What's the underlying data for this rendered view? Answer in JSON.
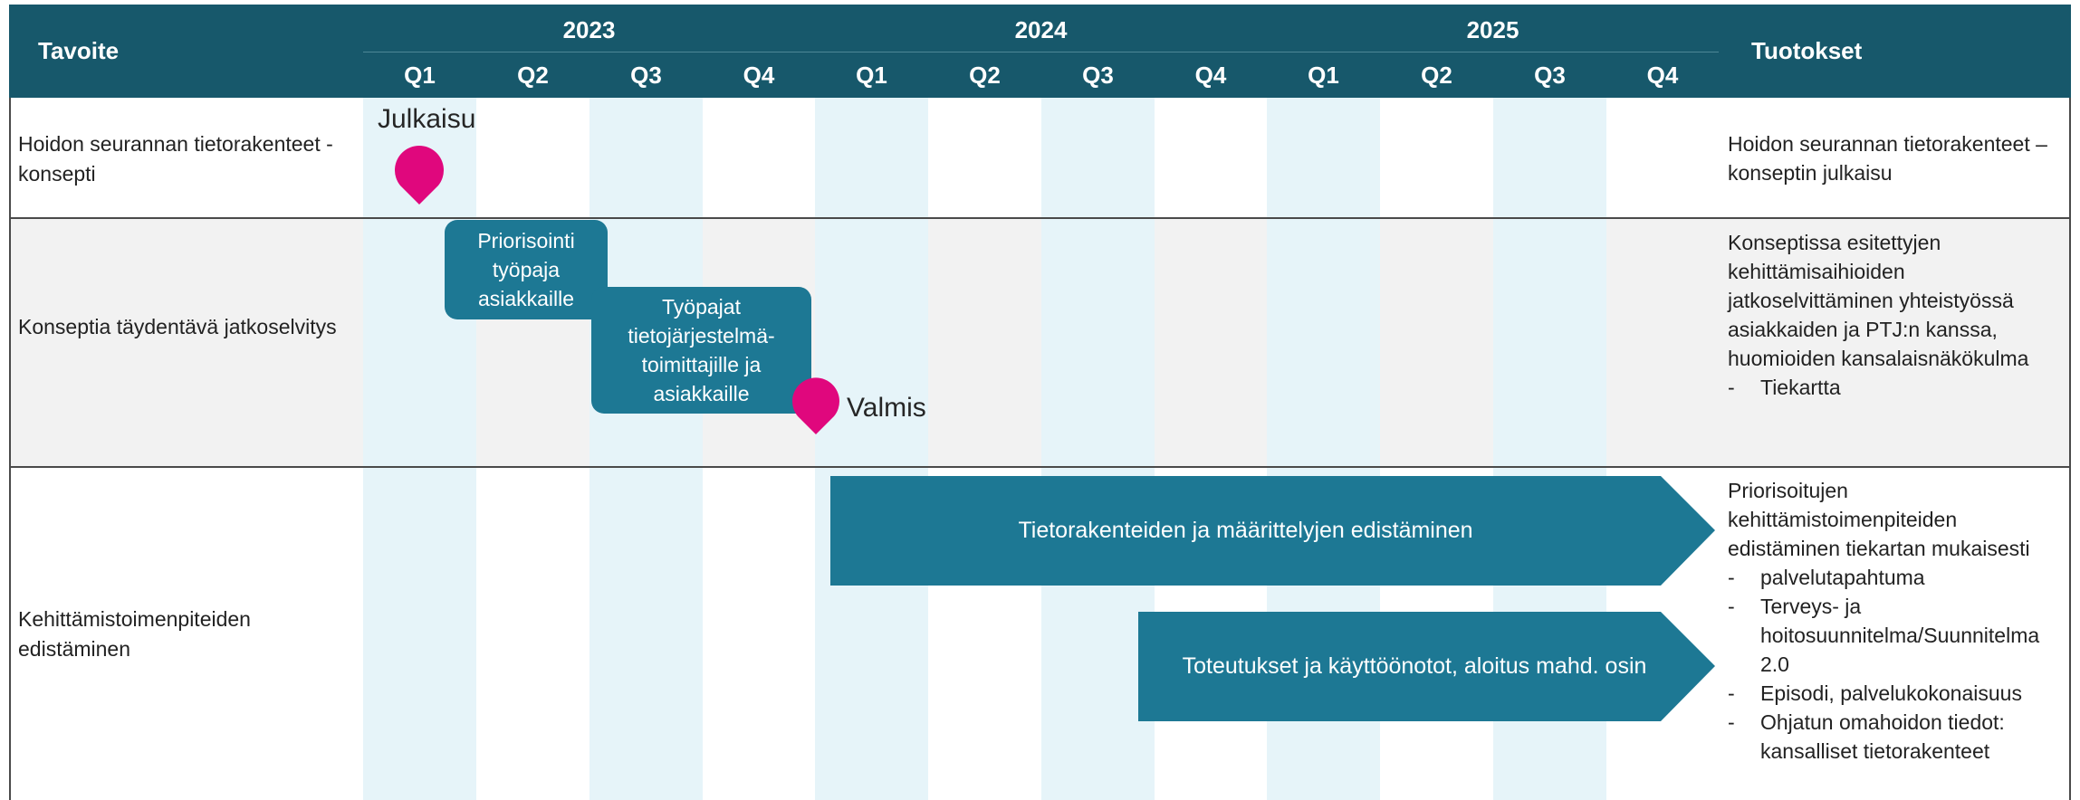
{
  "header": {
    "goal_label": "Tavoite",
    "outputs_label": "Tuotokset",
    "years": [
      "2023",
      "2024",
      "2025"
    ],
    "quarters": [
      "Q1",
      "Q2",
      "Q3",
      "Q4",
      "Q1",
      "Q2",
      "Q3",
      "Q4",
      "Q1",
      "Q2",
      "Q3",
      "Q4"
    ]
  },
  "rows": [
    {
      "goal": "Hoidon seurannan tietorakenteet -konsepti",
      "milestone": "Julkaisu",
      "output": "Hoidon seurannan tietorakenteet –konseptin julkaisu"
    },
    {
      "goal": "Konseptia täydentävä jatkoselvitys",
      "task1": "Priorisointi työpaja asiakkaille",
      "task2": "Työpajat tietojärjestelmä-toimittajille ja asiakkaille",
      "milestone": "Valmis",
      "output_text": "Konseptissa esitettyjen kehittämisaihioiden jatkoselvittäminen yhteistyössä asiakkaiden ja PTJ:n kanssa, huomioiden  kansalaisnäkökulma",
      "output_items": [
        "Tiekartta"
      ]
    },
    {
      "goal": "Kehittämistoimenpiteiden edistäminen",
      "arrow1": "Tietorakenteiden ja määrittelyjen edistäminen",
      "arrow2": "Toteutukset ja käyttöönotot, aloitus mahd. osin",
      "output_text": "Priorisoitujen kehittämistoimenpiteiden edistäminen tiekartan mukaisesti",
      "output_items": [
        "palvelutapahtuma",
        "Terveys- ja hoitosuunnitelma/Suunnitelma 2.0",
        "Episodi, palvelukokonaisuus",
        "Ohjatun omahoidon tiedot: kansalliset tietorakenteet"
      ]
    }
  ],
  "colors": {
    "header": "#17586b",
    "task": "#1d7894",
    "milestone": "#e0077d",
    "stripe": "#e6f4f9",
    "row_alt": "#f2f2f2"
  }
}
